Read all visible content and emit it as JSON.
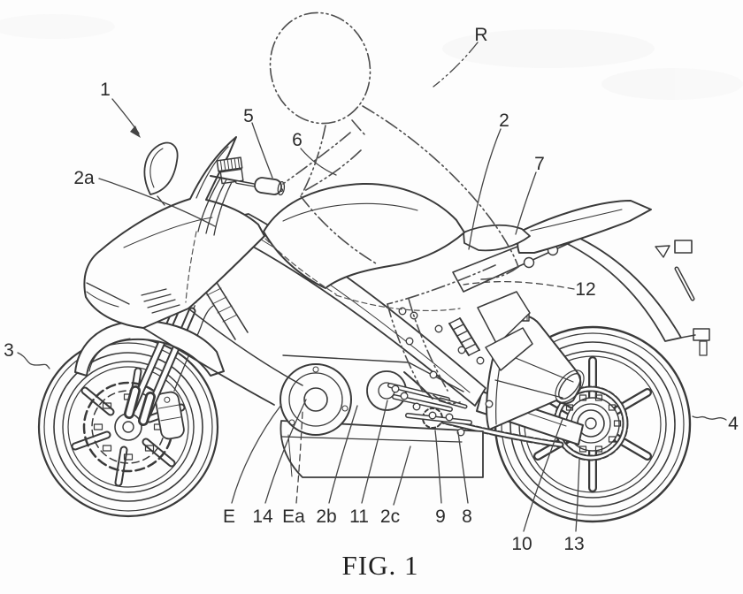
{
  "figure": {
    "caption": "FIG. 1",
    "kind": "patent line drawing",
    "subject": "sport motorcycle, side view, rider shown in phantom lines"
  },
  "palette": {
    "background": "#fdfdfd",
    "line": "#3a3a3a",
    "label_text": "#2b2b2b"
  },
  "labels": [
    {
      "text": "1"
    },
    {
      "text": "2a"
    },
    {
      "text": "3"
    },
    {
      "text": "4"
    },
    {
      "text": "5"
    },
    {
      "text": "6"
    },
    {
      "text": "R"
    },
    {
      "text": "2"
    },
    {
      "text": "7"
    },
    {
      "text": "12"
    },
    {
      "text": "E"
    },
    {
      "text": "14"
    },
    {
      "text": "Ea"
    },
    {
      "text": "2b"
    },
    {
      "text": "11"
    },
    {
      "text": "2c"
    },
    {
      "text": "9"
    },
    {
      "text": "8"
    },
    {
      "text": "10"
    },
    {
      "text": "13"
    }
  ]
}
